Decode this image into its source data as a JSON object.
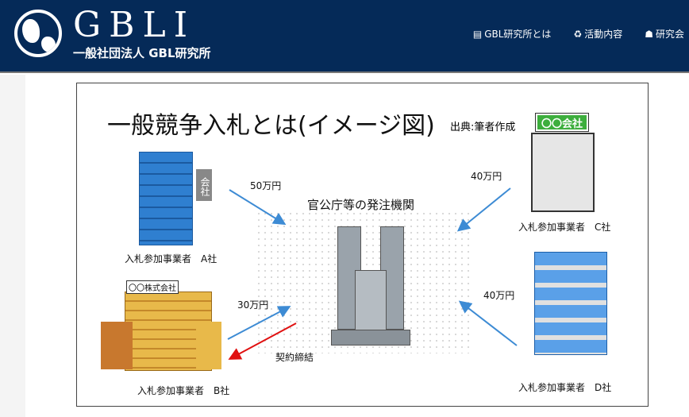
{
  "header": {
    "logo": "GBLI",
    "org_name": "一般社団法人 GBL研究所",
    "nav": [
      {
        "label": "GBL研究所とは",
        "icon": "document-icon"
      },
      {
        "label": "活動内容",
        "icon": "handshake-icon"
      },
      {
        "label": "研究会",
        "icon": "people-icon"
      }
    ]
  },
  "figure": {
    "title": "一般競争入札とは(イメージ図)",
    "source": "出典:筆者作成",
    "center_label": "官公庁等の発注機関",
    "companies": [
      {
        "label": "入札参加事業者　A社",
        "bid": "50万円"
      },
      {
        "label": "入札参加事業者　B社",
        "bid": "30万円",
        "sign": "〇〇株式会社"
      },
      {
        "label": "入札参加事業者　C社",
        "bid": "40万円",
        "sign": "〇〇会社"
      },
      {
        "label": "入札参加事業者　D社",
        "bid": "40万円"
      }
    ],
    "building_a_sign": "会社",
    "contract": "契約締結",
    "colors": {
      "bid_arrow": "#3d8bd4",
      "contract_arrow": "#e01010",
      "header": "#052a58"
    }
  }
}
